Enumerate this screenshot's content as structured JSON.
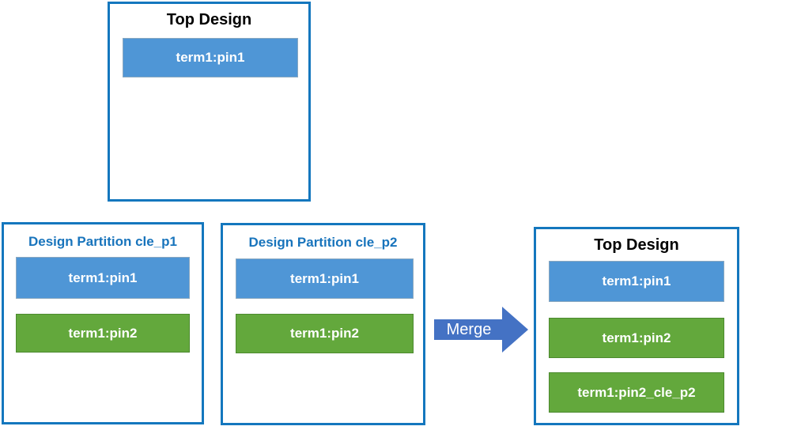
{
  "diagram": {
    "description": "Design partition pin merge diagram",
    "top_initial": {
      "title": "Top Design",
      "pins": [
        {
          "label": "term1:pin1",
          "color": "blue"
        }
      ]
    },
    "partition_p1": {
      "title": "Design Partition cle_p1",
      "pins": [
        {
          "label": "term1:pin1",
          "color": "blue"
        },
        {
          "label": "term1:pin2",
          "color": "green"
        }
      ]
    },
    "partition_p2": {
      "title": "Design Partition cle_p2",
      "pins": [
        {
          "label": "term1:pin1",
          "color": "blue"
        },
        {
          "label": "term1:pin2",
          "color": "green"
        }
      ]
    },
    "merge": {
      "label": "Merge"
    },
    "top_merged": {
      "title": "Top Design",
      "pins": [
        {
          "label": "term1:pin1",
          "color": "blue"
        },
        {
          "label": "term1:pin2",
          "color": "green"
        },
        {
          "label": "term1:pin2_cle_p2",
          "color": "green"
        }
      ]
    },
    "colors": {
      "outer_border": "#1477be",
      "partition_title_text": "#1874bc",
      "top_title_text": "#000000",
      "blue_pin_fill": "#4f96d6",
      "green_pin_fill": "#63a83c",
      "green_pin_border": "#4c8a2f",
      "arrow_fill": "#4472c4",
      "pin_text": "#ffffff"
    }
  }
}
